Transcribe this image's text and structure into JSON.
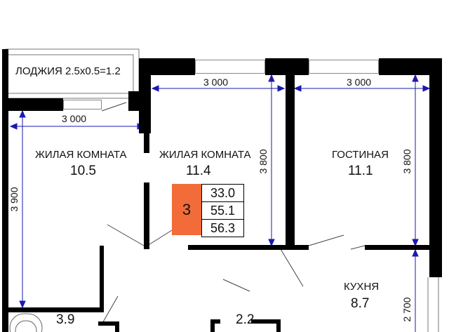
{
  "loggia": {
    "label": "ЛОДЖИЯ 2.5x0.5=1.2"
  },
  "rooms": [
    {
      "name": "ЖИЛАЯ КОМНАТА",
      "area": "10.5"
    },
    {
      "name": "ЖИЛАЯ КОМНАТА",
      "area": "11.4"
    },
    {
      "name": "ГОСТИНАЯ",
      "area": "11.1"
    },
    {
      "name": "КУХНЯ",
      "area": "8.7"
    },
    {
      "name": "",
      "area": "3.9"
    },
    {
      "name": "",
      "area": "2.2"
    }
  ],
  "dimensions": {
    "room1_width": "3 000",
    "room2_width": "3 000",
    "living_width": "3 000",
    "room1_depth": "3 900",
    "room2_depth": "3 800",
    "living_depth": "3 800",
    "kitchen_depth": "2 700"
  },
  "summary": {
    "rooms_count": "3",
    "living_area": "33.0",
    "total_area": "55.1",
    "total_with_loggia": "56.3",
    "badge_color": "#f26b38"
  }
}
